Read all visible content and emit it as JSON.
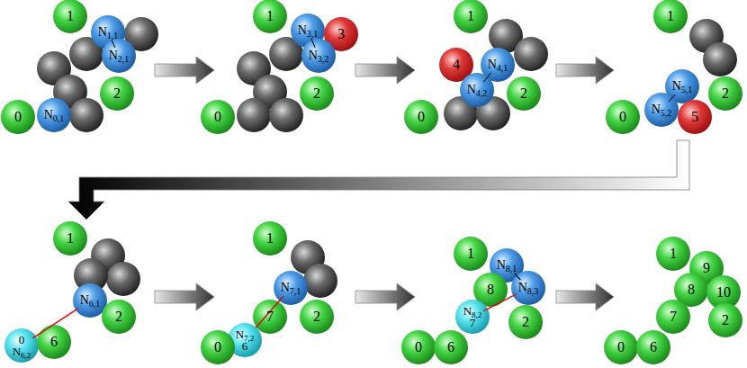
{
  "diagram": {
    "nodes": [
      {
        "text": [
          "1"
        ]
      },
      {
        "text": [
          "N1,1"
        ]
      },
      {
        "text": [
          "N2,1"
        ]
      },
      {
        "text": [
          "2"
        ]
      },
      {
        "text": [
          "0"
        ]
      },
      {
        "text": [
          "N0,1"
        ]
      },
      {
        "text": [
          "1"
        ]
      },
      {
        "text": [
          "N3,1"
        ]
      },
      {
        "text": [
          "3"
        ]
      },
      {
        "text": [
          "N3,2"
        ]
      },
      {
        "text": [
          "2"
        ]
      },
      {
        "text": [
          "0"
        ]
      },
      {
        "text": [
          "1"
        ]
      },
      {
        "text": [
          "4"
        ]
      },
      {
        "text": [
          "N4,1"
        ]
      },
      {
        "text": [
          "2"
        ]
      },
      {
        "text": [
          "N4,2"
        ]
      },
      {
        "text": [
          "0"
        ]
      },
      {
        "text": [
          "1"
        ]
      },
      {
        "text": [
          "N5,1"
        ]
      },
      {
        "text": [
          "2"
        ]
      },
      {
        "text": [
          "0"
        ]
      },
      {
        "text": [
          "N5,2"
        ]
      },
      {
        "text": [
          "5"
        ]
      },
      {
        "text": [
          "1"
        ]
      },
      {
        "text": [
          "N6,1"
        ]
      },
      {
        "text": [
          "2"
        ]
      },
      {
        "text": [
          "0",
          "N6,2"
        ]
      },
      {
        "text": [
          "6"
        ]
      },
      {
        "text": [
          "1"
        ]
      },
      {
        "text": [
          "N7,1"
        ]
      },
      {
        "text": [
          "7"
        ]
      },
      {
        "text": [
          "2"
        ]
      },
      {
        "text": [
          "N7,2",
          "6"
        ]
      },
      {
        "text": [
          "0"
        ]
      },
      {
        "text": [
          "1"
        ]
      },
      {
        "text": [
          "N8,1"
        ]
      },
      {
        "text": [
          "8"
        ]
      },
      {
        "text": [
          "N8,3"
        ]
      },
      {
        "text": [
          "N8,2",
          "7"
        ]
      },
      {
        "text": [
          "2"
        ]
      },
      {
        "text": [
          "0"
        ]
      },
      {
        "text": [
          "6"
        ]
      },
      {
        "text": [
          "1"
        ]
      },
      {
        "text": [
          "9"
        ]
      },
      {
        "text": [
          "8"
        ]
      },
      {
        "text": [
          "10"
        ]
      },
      {
        "text": [
          "7"
        ]
      },
      {
        "text": [
          "2"
        ]
      },
      {
        "text": [
          "0"
        ]
      },
      {
        "text": [
          "6"
        ]
      }
    ],
    "edges": [
      {
        "from": 1,
        "to": 2,
        "arrow": "none"
      },
      {
        "from": 7,
        "to": 9,
        "arrow": "none"
      },
      {
        "from": 14,
        "to": 16,
        "arrow": "none"
      },
      {
        "from": 19,
        "to": 22,
        "arrow": "none"
      },
      {
        "from": 25,
        "to": 27,
        "arrow": "none"
      },
      {
        "from": 30,
        "to": 33,
        "arrow": "none"
      },
      {
        "from": 36,
        "to": 38,
        "arrow": "none"
      },
      {
        "from": 39,
        "to": 38,
        "arrow": "none"
      }
    ]
  }
}
